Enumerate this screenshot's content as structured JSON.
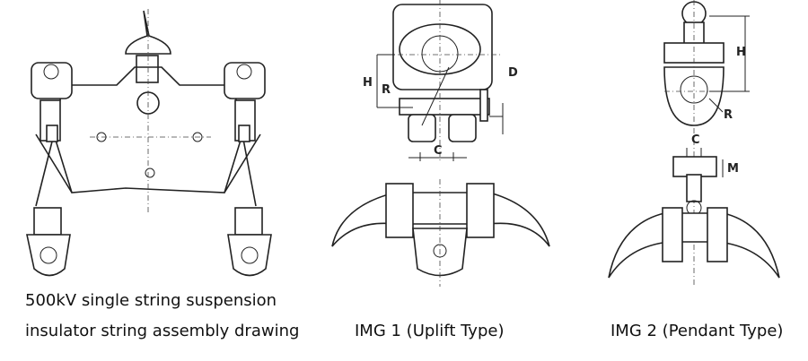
{
  "figures": [
    {
      "id": "assembly",
      "caption_line1": "500kV single string suspension",
      "caption_line2": "insulator string assembly drawing"
    },
    {
      "id": "img1",
      "caption": "IMG 1 (Uplift Type)",
      "dimension_labels": {
        "H": "H",
        "R": "R",
        "D": "D",
        "C": "C"
      }
    },
    {
      "id": "img2",
      "caption": "IMG 2 (Pendant Type)",
      "dimension_labels": {
        "H": "H",
        "R": "R",
        "C": "C",
        "M": "M"
      }
    }
  ]
}
